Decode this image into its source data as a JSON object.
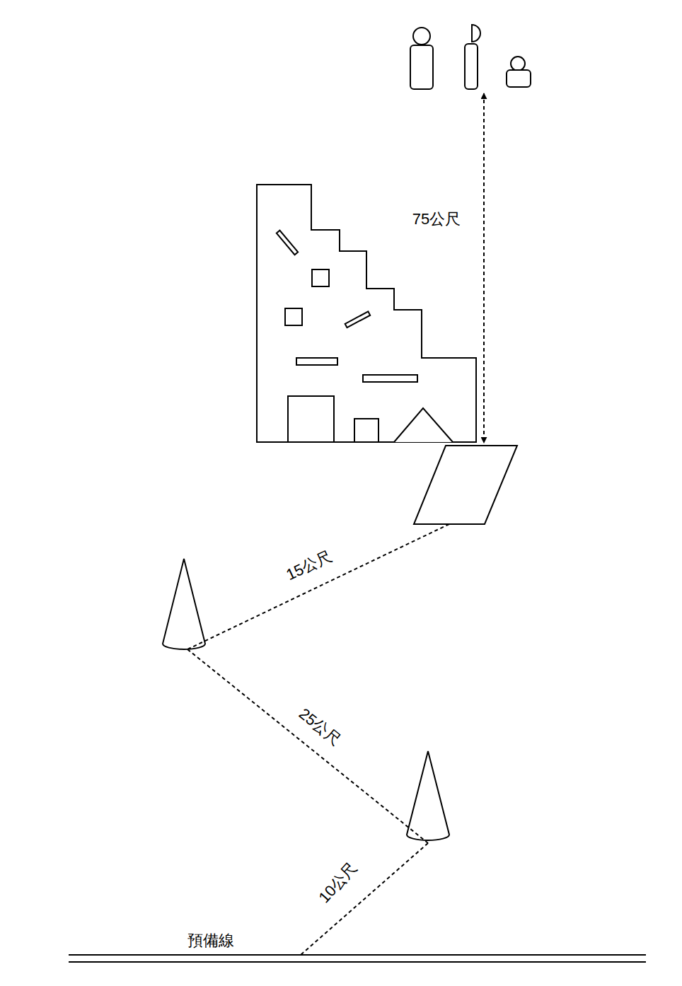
{
  "diagram": {
    "labels": [
      "75公尺",
      "15公尺",
      "25公尺",
      "10公尺",
      "預備線"
    ]
  }
}
